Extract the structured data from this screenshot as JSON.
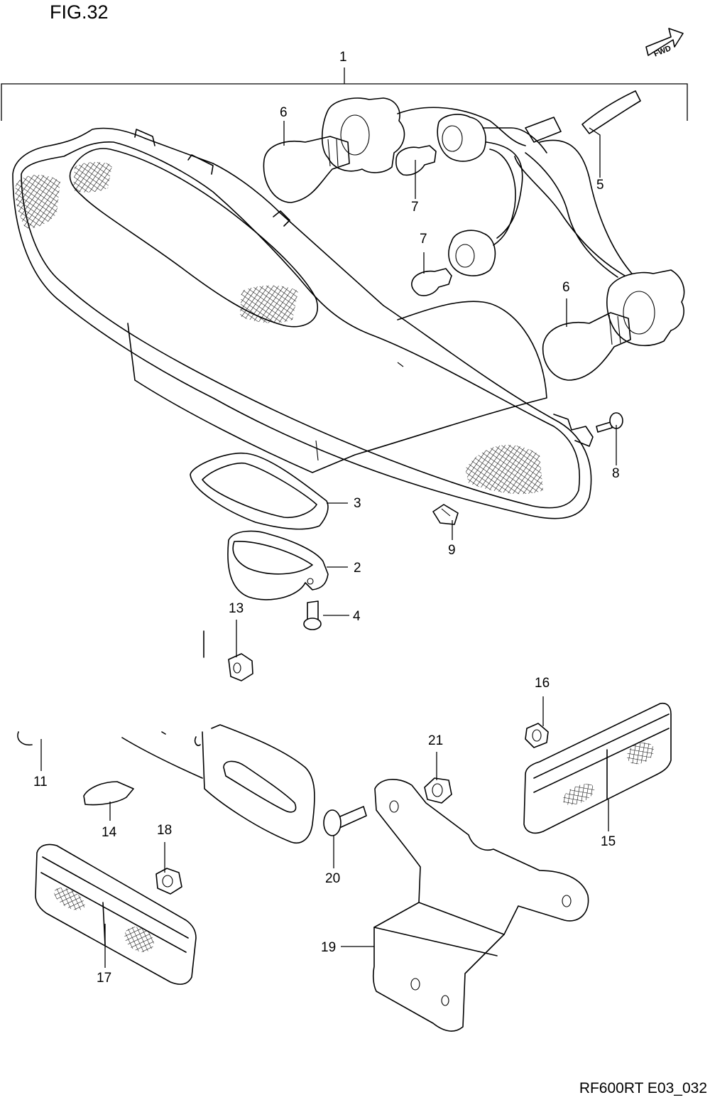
{
  "figure": {
    "title": "FIG.32",
    "code": "RF600RT E03_032",
    "fwd_label": "FWD"
  },
  "callouts": [
    {
      "id": "c1",
      "label": "1"
    },
    {
      "id": "c6a",
      "label": "6"
    },
    {
      "id": "c7a",
      "label": "7"
    },
    {
      "id": "c5",
      "label": "5"
    },
    {
      "id": "c7b",
      "label": "7"
    },
    {
      "id": "c6b",
      "label": "6"
    },
    {
      "id": "c8",
      "label": "8"
    },
    {
      "id": "c3",
      "label": "3"
    },
    {
      "id": "c2",
      "label": "2"
    },
    {
      "id": "c9",
      "label": "9"
    },
    {
      "id": "c13",
      "label": "13"
    },
    {
      "id": "c4",
      "label": "4"
    },
    {
      "id": "c16",
      "label": "16"
    },
    {
      "id": "c21",
      "label": "21"
    },
    {
      "id": "c11",
      "label": "11"
    },
    {
      "id": "c14",
      "label": "14"
    },
    {
      "id": "c18",
      "label": "18"
    },
    {
      "id": "c20",
      "label": "20"
    },
    {
      "id": "c15",
      "label": "15"
    },
    {
      "id": "c17",
      "label": "17"
    },
    {
      "id": "c19",
      "label": "19"
    }
  ]
}
